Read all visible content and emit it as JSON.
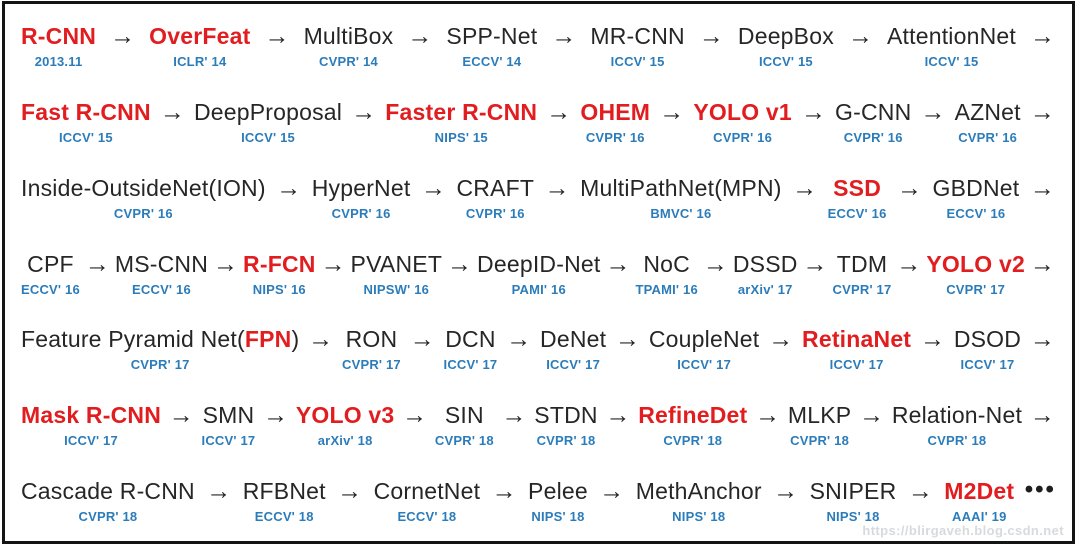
{
  "colors": {
    "milestone_red": "#e21d1f",
    "venue_blue": "#2b7cba",
    "text_black": "#262626"
  },
  "glyphs": {
    "arrow": "→",
    "ellipsis": "•••"
  },
  "watermark": {
    "text": "https://blirgaveh.blog.csdn.net"
  },
  "rows": [
    {
      "trail": "arrow",
      "nodes": [
        {
          "name": "R-CNN",
          "red": true,
          "venue": "2013.11"
        },
        {
          "name": "OverFeat",
          "red": true,
          "venue": "ICLR' 14"
        },
        {
          "name": "MultiBox",
          "red": false,
          "venue": "CVPR' 14"
        },
        {
          "name": "SPP-Net",
          "red": false,
          "venue": "ECCV' 14"
        },
        {
          "name": "MR-CNN",
          "red": false,
          "venue": "ICCV' 15"
        },
        {
          "name": "DeepBox",
          "red": false,
          "venue": "ICCV' 15"
        },
        {
          "name": "AttentionNet",
          "red": false,
          "venue": "ICCV' 15"
        }
      ]
    },
    {
      "trail": "arrow",
      "nodes": [
        {
          "name": "Fast R-CNN",
          "red": true,
          "venue": "ICCV' 15"
        },
        {
          "name": "DeepProposal",
          "red": false,
          "venue": "ICCV' 15"
        },
        {
          "name": "Faster R-CNN",
          "red": true,
          "venue": "NIPS' 15"
        },
        {
          "name": "OHEM",
          "red": true,
          "venue": "CVPR' 16"
        },
        {
          "name": "YOLO v1",
          "red": true,
          "venue": "CVPR' 16"
        },
        {
          "name": "G-CNN",
          "red": false,
          "venue": "CVPR' 16"
        },
        {
          "name": "AZNet",
          "red": false,
          "venue": "CVPR' 16"
        }
      ]
    },
    {
      "trail": "arrow",
      "nodes": [
        {
          "name": "Inside-OutsideNet(ION)",
          "red": false,
          "venue": "CVPR' 16"
        },
        {
          "name": "HyperNet",
          "red": false,
          "venue": "CVPR' 16"
        },
        {
          "name": "CRAFT",
          "red": false,
          "venue": "CVPR' 16"
        },
        {
          "name": "MultiPathNet(MPN)",
          "red": false,
          "venue": "BMVC' 16"
        },
        {
          "name": "SSD",
          "red": true,
          "venue": "ECCV' 16"
        },
        {
          "name": "GBDNet",
          "red": false,
          "venue": "ECCV' 16"
        }
      ]
    },
    {
      "trail": "arrow",
      "nodes": [
        {
          "name": "CPF",
          "red": false,
          "venue": "ECCV' 16"
        },
        {
          "name": "MS-CNN",
          "red": false,
          "venue": "ECCV' 16"
        },
        {
          "name": "R-FCN",
          "red": true,
          "venue": "NIPS' 16"
        },
        {
          "name": "PVANET",
          "red": false,
          "venue": "NIPSW' 16"
        },
        {
          "name": "DeepID-Net",
          "red": false,
          "venue": "PAMI' 16"
        },
        {
          "name": "NoC",
          "red": false,
          "venue": "TPAMI' 16"
        },
        {
          "name": "DSSD",
          "red": false,
          "venue": "arXiv' 17"
        },
        {
          "name": "TDM",
          "red": false,
          "venue": "CVPR' 17"
        },
        {
          "name": "YOLO v2",
          "red": true,
          "venue": "CVPR' 17"
        }
      ]
    },
    {
      "trail": "arrow",
      "nodes": [
        {
          "parts": [
            {
              "t": "Feature Pyramid Net(",
              "red": false
            },
            {
              "t": "FPN",
              "red": true
            },
            {
              "t": ")",
              "red": false
            }
          ],
          "venue": "CVPR' 17"
        },
        {
          "name": "RON",
          "red": false,
          "venue": "CVPR' 17"
        },
        {
          "name": "DCN",
          "red": false,
          "venue": "ICCV' 17"
        },
        {
          "name": "DeNet",
          "red": false,
          "venue": "ICCV' 17"
        },
        {
          "name": "CoupleNet",
          "red": false,
          "venue": "ICCV' 17"
        },
        {
          "name": "RetinaNet",
          "red": true,
          "venue": "ICCV' 17"
        },
        {
          "name": "DSOD",
          "red": false,
          "venue": "ICCV' 17"
        }
      ]
    },
    {
      "trail": "arrow",
      "nodes": [
        {
          "name": "Mask R-CNN",
          "red": true,
          "venue": "ICCV' 17"
        },
        {
          "name": "SMN",
          "red": false,
          "venue": "ICCV' 17"
        },
        {
          "name": "YOLO v3",
          "red": true,
          "venue": "arXiv' 18"
        },
        {
          "name": "SIN",
          "red": false,
          "venue": "CVPR' 18"
        },
        {
          "name": "STDN",
          "red": false,
          "venue": "CVPR' 18"
        },
        {
          "name": "RefineDet",
          "red": true,
          "venue": "CVPR' 18"
        },
        {
          "name": "MLKP",
          "red": false,
          "venue": "CVPR' 18"
        },
        {
          "name": "Relation-Net",
          "red": false,
          "venue": "CVPR' 18"
        }
      ]
    },
    {
      "trail": "dots",
      "nodes": [
        {
          "name": "Cascade R-CNN",
          "red": false,
          "venue": "CVPR' 18"
        },
        {
          "name": "RFBNet",
          "red": false,
          "venue": "ECCV' 18"
        },
        {
          "name": "CornetNet",
          "red": false,
          "venue": "ECCV' 18"
        },
        {
          "name": "Pelee",
          "red": false,
          "venue": "NIPS' 18"
        },
        {
          "name": "MethAnchor",
          "red": false,
          "venue": "NIPS' 18"
        },
        {
          "name": "SNIPER",
          "red": false,
          "venue": "NIPS' 18"
        },
        {
          "name": "M2Det",
          "red": true,
          "venue": "AAAI' 19"
        }
      ]
    }
  ]
}
